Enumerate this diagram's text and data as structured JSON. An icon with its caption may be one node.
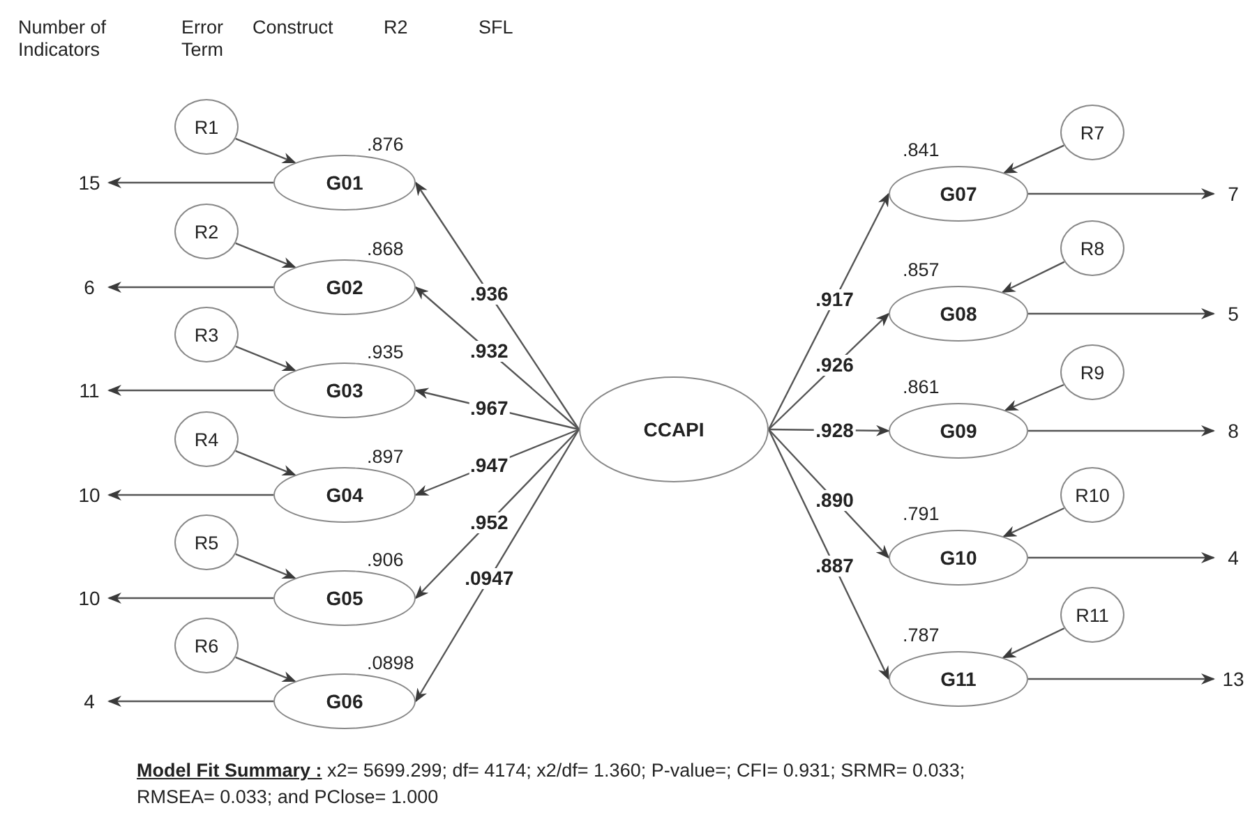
{
  "diagram": {
    "caption": "**Model Fit Summary   :**  x2= 5699.299; df= 4174; x2/df= 1.360; P-value=; CFI= 0.931; SRMR= 0.033; RMSEA= 0.033; and  PClose= 1.000",
    "nodes": [
      {
        "text": [
          "G01"
        ],
        "beside": [
          ".876"
        ]
      },
      {
        "text": [
          "G02"
        ],
        "beside": [
          ".868"
        ]
      },
      {
        "text": [
          "G03"
        ],
        "beside": [
          ".935"
        ]
      },
      {
        "text": [
          "G04"
        ],
        "beside": [
          ".897"
        ]
      },
      {
        "text": [
          "G05"
        ],
        "beside": [
          ".906"
        ]
      },
      {
        "text": [
          "G06"
        ],
        "beside": [
          ".0898"
        ]
      },
      {
        "text": [
          "R1"
        ]
      },
      {
        "text": [
          "R2"
        ]
      },
      {
        "text": [
          "R3"
        ]
      },
      {
        "text": [
          "R4"
        ]
      },
      {
        "text": [
          "R5"
        ]
      },
      {
        "text": [
          "R6"
        ]
      },
      {
        "text": [
          "15"
        ]
      },
      {
        "text": [
          "6"
        ]
      },
      {
        "text": [
          "11"
        ]
      },
      {
        "text": [
          "10"
        ]
      },
      {
        "text": [
          "10"
        ]
      },
      {
        "text": [
          "4"
        ]
      },
      {
        "text": [
          "CCAPI"
        ]
      },
      {
        "text": [
          "G07"
        ],
        "beside": [
          ".841"
        ]
      },
      {
        "text": [
          "G08"
        ],
        "beside": [
          ".857"
        ]
      },
      {
        "text": [
          "G09"
        ],
        "beside": [
          ".861"
        ]
      },
      {
        "text": [
          "G10"
        ],
        "beside": [
          ".791"
        ]
      },
      {
        "text": [
          "G11"
        ],
        "beside": [
          ".787"
        ]
      },
      {
        "text": [
          "R7"
        ]
      },
      {
        "text": [
          "R8"
        ]
      },
      {
        "text": [
          "R9"
        ]
      },
      {
        "text": [
          "R10"
        ]
      },
      {
        "text": [
          "R11"
        ]
      },
      {
        "text": [
          "7"
        ]
      },
      {
        "text": [
          "5"
        ]
      },
      {
        "text": [
          "8"
        ]
      },
      {
        "text": [
          "4"
        ]
      },
      {
        "text": [
          "13"
        ]
      }
    ],
    "edges": [
      {
        "from": 18,
        "to": 0,
        "arrow": "to",
        "label": ".936"
      },
      {
        "from": 18,
        "to": 1,
        "arrow": "to",
        "label": ".932"
      },
      {
        "from": 18,
        "to": 2,
        "arrow": "to",
        "label": ".967"
      },
      {
        "from": 18,
        "to": 3,
        "arrow": "to",
        "label": ".947"
      },
      {
        "from": 18,
        "to": 4,
        "arrow": "to",
        "label": ".952"
      },
      {
        "from": 18,
        "to": 5,
        "arrow": "to",
        "label": ".0947"
      },
      {
        "from": 18,
        "to": 19,
        "arrow": "to",
        "label": ".917"
      },
      {
        "from": 18,
        "to": 20,
        "arrow": "to",
        "label": ".926"
      },
      {
        "from": 18,
        "to": 21,
        "arrow": "to",
        "label": ".928"
      },
      {
        "from": 18,
        "to": 22,
        "arrow": "to",
        "label": ".890"
      },
      {
        "from": 18,
        "to": 23,
        "arrow": "to",
        "label": ".887"
      },
      {
        "from": 6,
        "to": 0,
        "arrow": "to"
      },
      {
        "from": 7,
        "to": 1,
        "arrow": "to"
      },
      {
        "from": 8,
        "to": 2,
        "arrow": "to"
      },
      {
        "from": 9,
        "to": 3,
        "arrow": "to"
      },
      {
        "from": 10,
        "to": 4,
        "arrow": "to"
      },
      {
        "from": 11,
        "to": 5,
        "arrow": "to"
      },
      {
        "from": 24,
        "to": 19,
        "arrow": "to"
      },
      {
        "from": 25,
        "to": 20,
        "arrow": "to"
      },
      {
        "from": 26,
        "to": 21,
        "arrow": "to"
      },
      {
        "from": 27,
        "to": 22,
        "arrow": "to"
      },
      {
        "from": 28,
        "to": 23,
        "arrow": "to"
      },
      {
        "from": 0,
        "to": 12,
        "arrow": "to"
      },
      {
        "from": 1,
        "to": 13,
        "arrow": "to"
      },
      {
        "from": 2,
        "to": 14,
        "arrow": "to"
      },
      {
        "from": 3,
        "to": 15,
        "arrow": "to"
      },
      {
        "from": 4,
        "to": 16,
        "arrow": "to"
      },
      {
        "from": 5,
        "to": 17,
        "arrow": "to"
      },
      {
        "from": 19,
        "to": 29,
        "arrow": "to"
      },
      {
        "from": 20,
        "to": 30,
        "arrow": "to"
      },
      {
        "from": 21,
        "to": 31,
        "arrow": "to"
      },
      {
        "from": 22,
        "to": 32,
        "arrow": "to"
      },
      {
        "from": 23,
        "to": 33,
        "arrow": "to"
      }
    ],
    "labels": [
      "Number of Indicators",
      "Error Term",
      "Construct",
      "R2",
      "SFL"
    ]
  }
}
